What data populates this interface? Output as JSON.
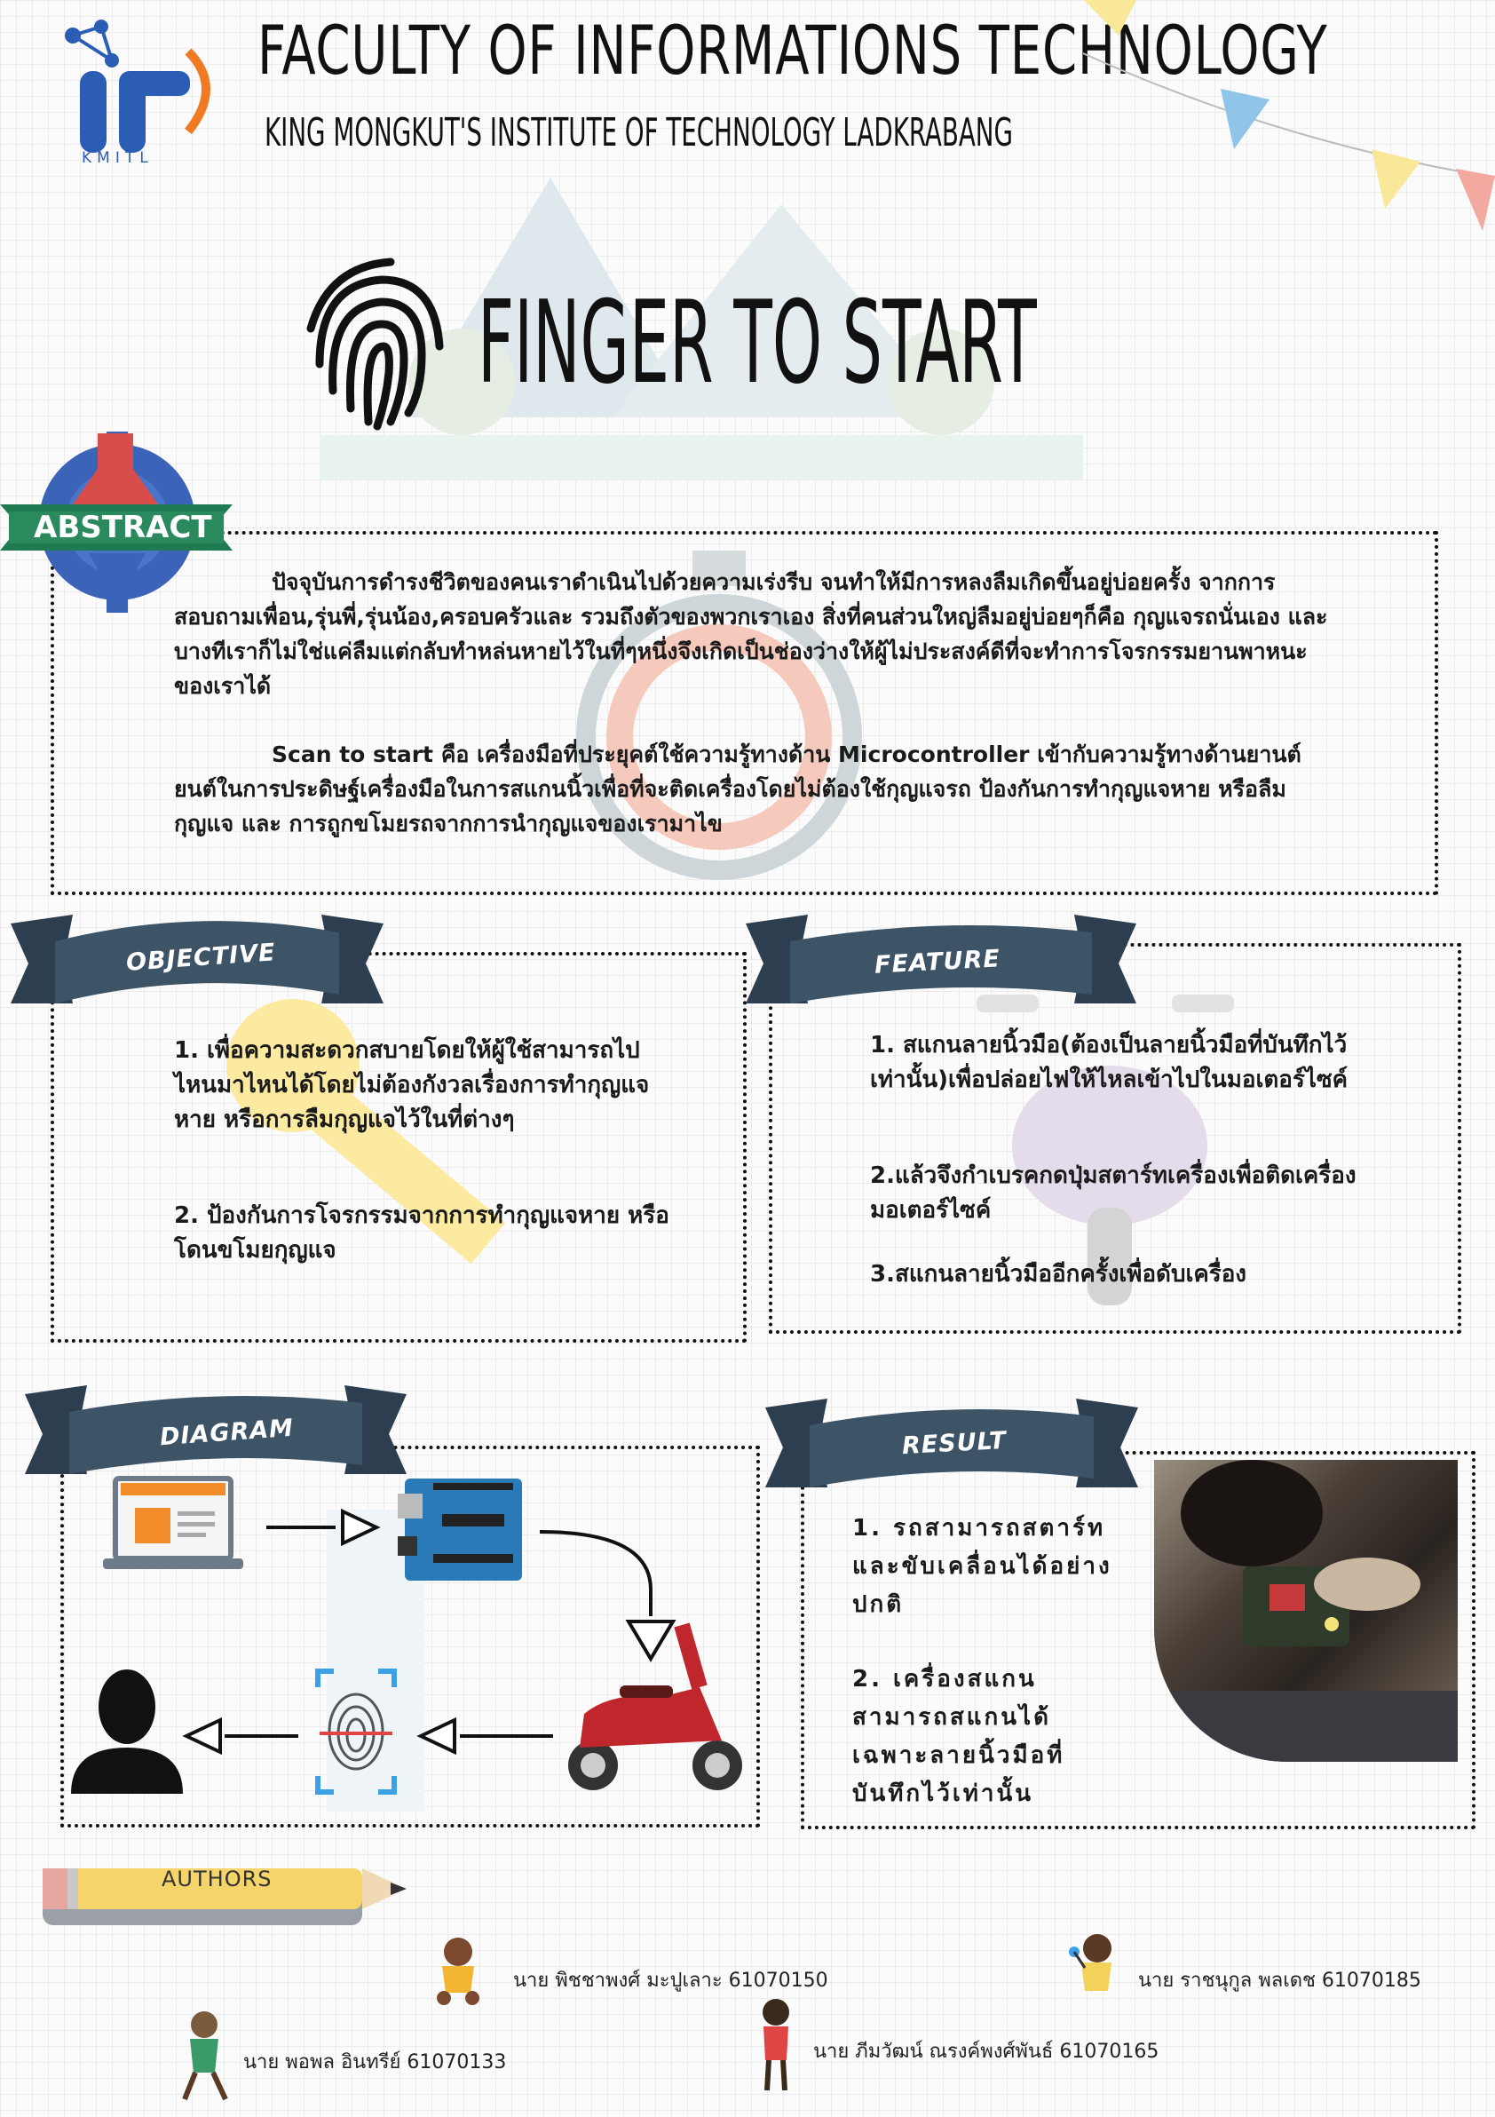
{
  "header": {
    "logo_text": "IT",
    "logo_sub": "KMITL",
    "faculty_title": "FACULTY OF INFORMATIONS TECHNOLOGY",
    "institute": "KING MONGKUT'S INSTITUTE OF TECHNOLOGY LADKRABANG"
  },
  "project": {
    "title": "FINGER TO START"
  },
  "abstract": {
    "badge": "ABSTRACT",
    "para1": "ปัจจุบันการดำรงชีวิตของคนเราดำเนินไปด้วยความเร่งรีบ  จนทำให้มีการหลงลืมเกิดขึ้นอยู่บ่อยครั้ง จากการสอบถามเพื่อน,รุ่นพี่,รุ่นน้อง,ครอบครัวและ รวมถึงตัวของพวกเราเอง สิ่งที่คนส่วนใหญ่ลืมอยู่บ่อยๆก็คือ กุญแจรถนั่นเอง และบางทีเราก็ไม่ใช่แค่ลืมแต่กลับทำหล่นหายไว้ในที่ๆหนึ่งจึงเกิดเป็นช่องว่างให้ผู้ไม่ประสงค์ดีที่จะทำการโจรกรรมยานพาหนะของเราได้",
    "para2": "Scan to start คือ เครื่องมือที่ประยุคต์ใช้ความรู้ทางด้าน Microcontroller เข้ากับความรู้ทางด้านยานต์ยนต์ในการประดิษฐ์เครื่องมือในการสแกนนิ้วเพื่อที่จะติดเครื่องโดยไม่ต้องใช้กุญแจรถ ป้องกันการทำกุญแจหาย หรือลืมกุญแจ และ การถูกขโมยรถจากการนำกุญแจของเรามาไข"
  },
  "objective": {
    "label": "OBJECTIVE",
    "item1": "1. เพื่อความสะดวกสบายโดยให้ผู้ใช้สามารถไปไหนมาไหนได้โดยไม่ต้องกังวลเรื่องการทำกุญแจหาย หรือการลืมกุญแจไว้ในที่ต่างๆ",
    "item2": "2. ป้องกันการโจรกรรมจากการทำกุญแจหาย หรือโดนขโมยกุญแจ"
  },
  "feature": {
    "label": "FEATURE",
    "item1": "1. สแกนลายนิ้วมือ(ต้องเป็นลายนิ้วมือที่บันทึกไว้เท่านั้น)เพื่อปล่อยไฟให้ไหลเข้าไปในมอเตอร์ไซค์",
    "item2": "2.แล้วจึงกำเบรคกดปุ่มสตาร์ทเครื่องเพื่อติดเครื่องมอเตอร์ไซค์",
    "item3": "3.สแกนลายนิ้วมืออีกครั้งเพื่อดับเครื่อง"
  },
  "diagram": {
    "label": "DIAGRAM"
  },
  "result": {
    "label": "RESULT",
    "item1": "1. รถสามารถสตาร์ทและขับเคลื่อนได้อย่างปกติ",
    "item2": "2. เครื่องสแกนสามารถสแกนได้เฉพาะลายนิ้วมือที่บันทึกไว้เท่านั้น"
  },
  "authors": {
    "label": "AUTHORS",
    "list": [
      "นาย พิชชาพงศ์ มะปูเลาะ 61070150",
      "นาย ราชนุกูล พลเดช  61070185",
      "นาย พอพล อินทรีย์  61070133",
      "นาย ภีมวัฒน์ ณรงค์พงศ์พันธ์ 61070165"
    ]
  },
  "colors": {
    "ribbon": "#3d5366",
    "logo_blue": "#2b5db5",
    "logo_orange": "#f07a22",
    "badge_green": "#1f7a52"
  }
}
